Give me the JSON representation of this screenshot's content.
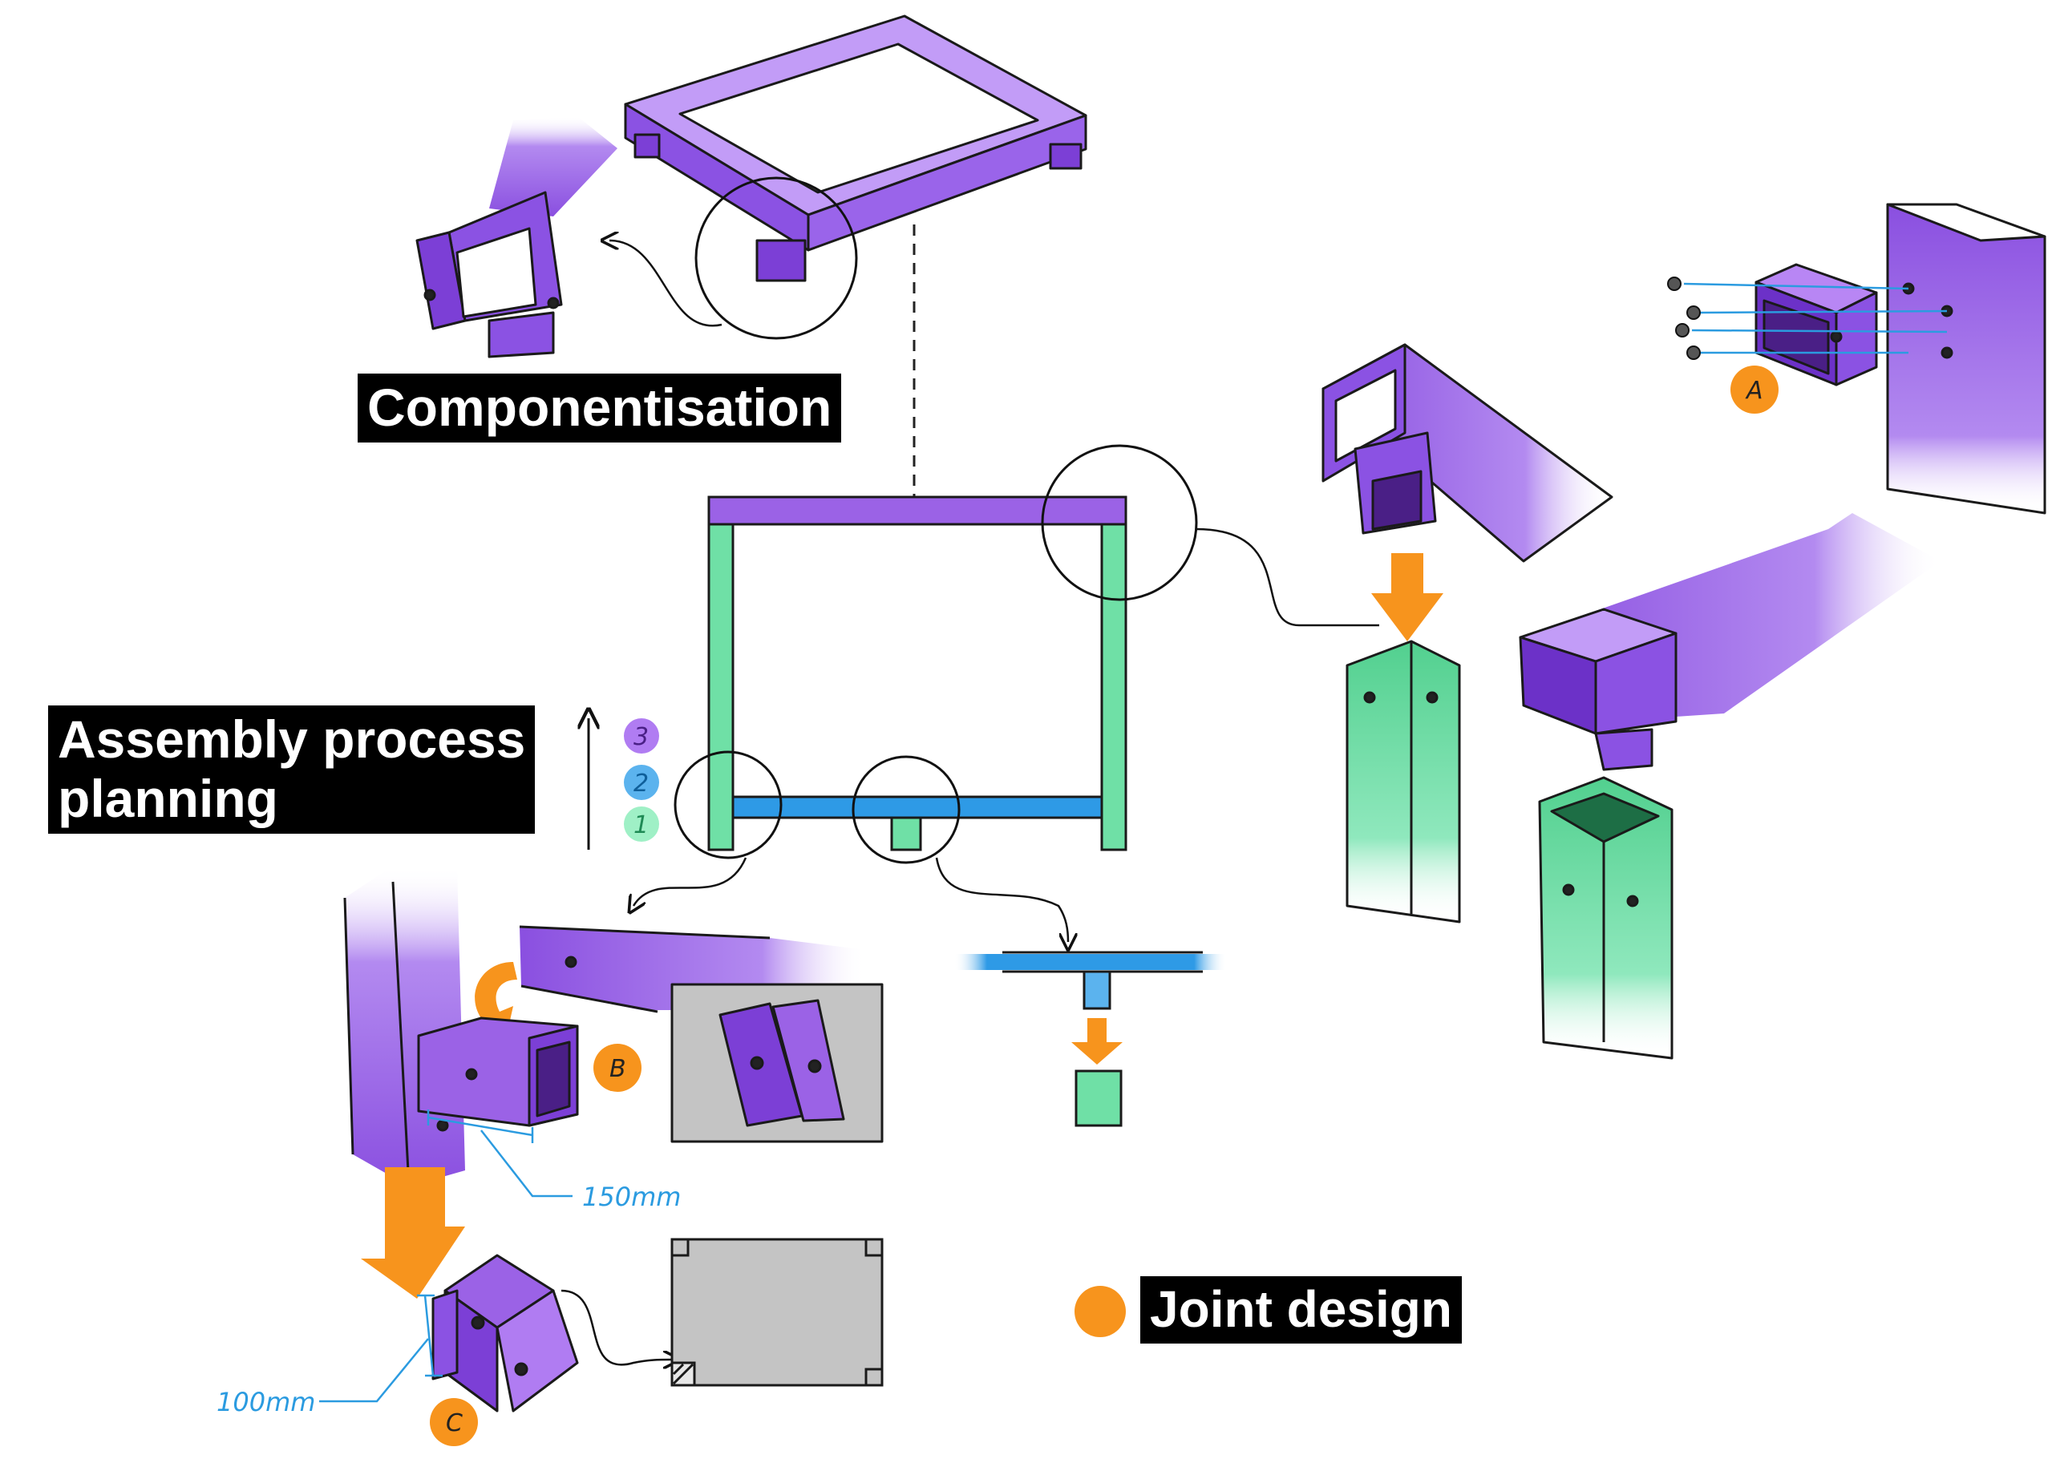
{
  "labels": {
    "componentisation": "Componentisation",
    "assembly_line1": "Assembly process",
    "assembly_line2": "planning",
    "joint_design": "Joint design"
  },
  "joint_tags": [
    "A",
    "B",
    "C"
  ],
  "assembly_steps": [
    "3",
    "2",
    "1"
  ],
  "dimensions": {
    "d150": "150mm",
    "d100": "100mm"
  },
  "colors": {
    "purple": "#9b62e6",
    "purple_dark": "#5c2a9c",
    "green": "#6fe0a6",
    "blue": "#2e9ae6",
    "orange": "#f7941d",
    "gray": "#c4c4c4",
    "dim_blue": "#2b9be0"
  }
}
